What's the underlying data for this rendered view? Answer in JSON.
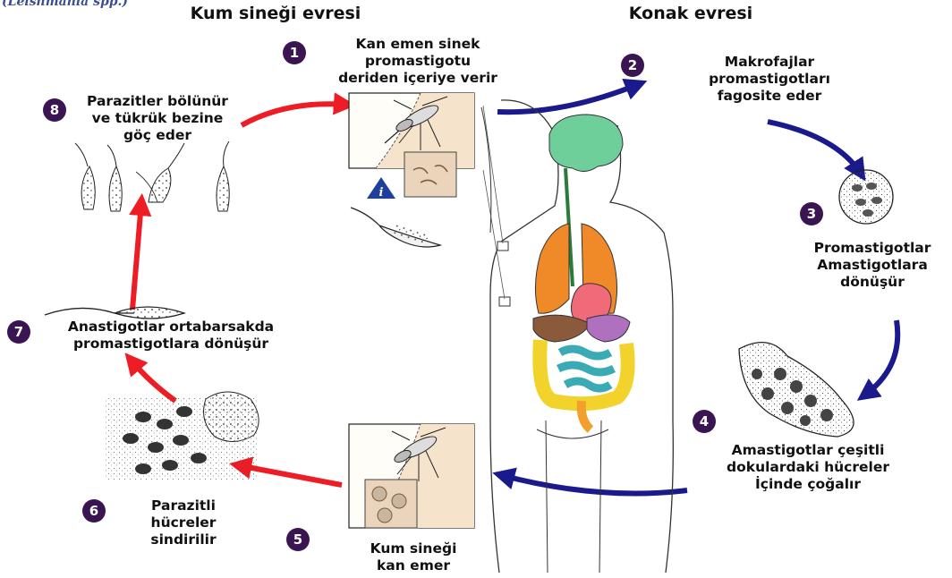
{
  "corner_label": "(Leishmania spp.)",
  "headers": {
    "left": "Kum sineği evresi",
    "right": "Konak evresi"
  },
  "steps": [
    {
      "num": "1",
      "lines": [
        "Kan emen sinek",
        "promastigotu",
        "deriden içeriye verir"
      ]
    },
    {
      "num": "2",
      "lines": [
        "Makrofajlar",
        "promastigotları",
        "fagosite eder"
      ]
    },
    {
      "num": "3",
      "lines": [
        "Promastigotlar",
        "Amastigotlara",
        "dönüşür"
      ]
    },
    {
      "num": "4",
      "lines": [
        "Amastigotlar çeşitli",
        "dokulardaki hücreler",
        "İçinde çoğalır"
      ]
    },
    {
      "num": "5",
      "lines": [
        "Kum sineği",
        "kan emer"
      ]
    },
    {
      "num": "6",
      "lines": [
        "Parazitli",
        "hücreler",
        "sindirilir"
      ]
    },
    {
      "num": "7",
      "lines": [
        "Anastigotlar ortabarsakda",
        "promastigotlara dönüşür"
      ]
    },
    {
      "num": "8",
      "lines": [
        "Parazitler bölünür",
        "ve tükrük bezine",
        "göç eder"
      ]
    }
  ],
  "info_symbol": "i",
  "colors": {
    "badge": "#3a1552",
    "arrow_blue": "#1a1a8c",
    "arrow_red": "#ee1c24",
    "brain": "#6fcf9a",
    "lungs": "#f08a28",
    "heart": "#f06a7a",
    "intestine": "#f2d32b",
    "small_intestine": "#3aaab4"
  }
}
